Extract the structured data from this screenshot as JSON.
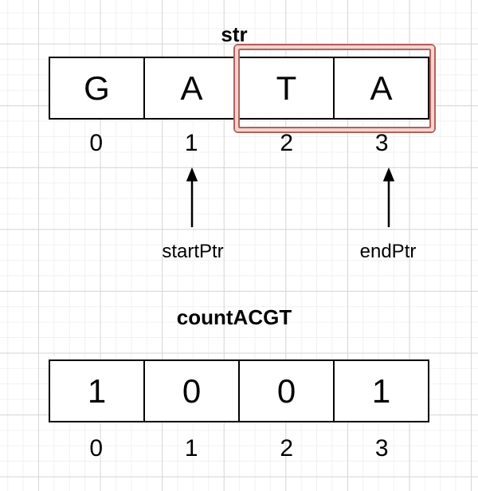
{
  "str_array": {
    "label": "str",
    "cells": [
      "G",
      "A",
      "T",
      "A"
    ],
    "indices": [
      "0",
      "1",
      "2",
      "3"
    ],
    "highlight": {
      "start_index": 2,
      "end_index": 3,
      "stroke": "#b0625c",
      "fill": "#f6d4d1"
    }
  },
  "pointers": [
    {
      "label": "startPtr",
      "index": 1
    },
    {
      "label": "endPtr",
      "index": 3
    }
  ],
  "count_array": {
    "label": "countACGT",
    "cells": [
      "1",
      "0",
      "0",
      "1"
    ],
    "indices": [
      "0",
      "1",
      "2",
      "3"
    ]
  },
  "colors": {
    "cell_border": "#000000",
    "text": "#000000",
    "grid_minor": "#f1f1f1",
    "grid_major": "#d7d7d7"
  }
}
